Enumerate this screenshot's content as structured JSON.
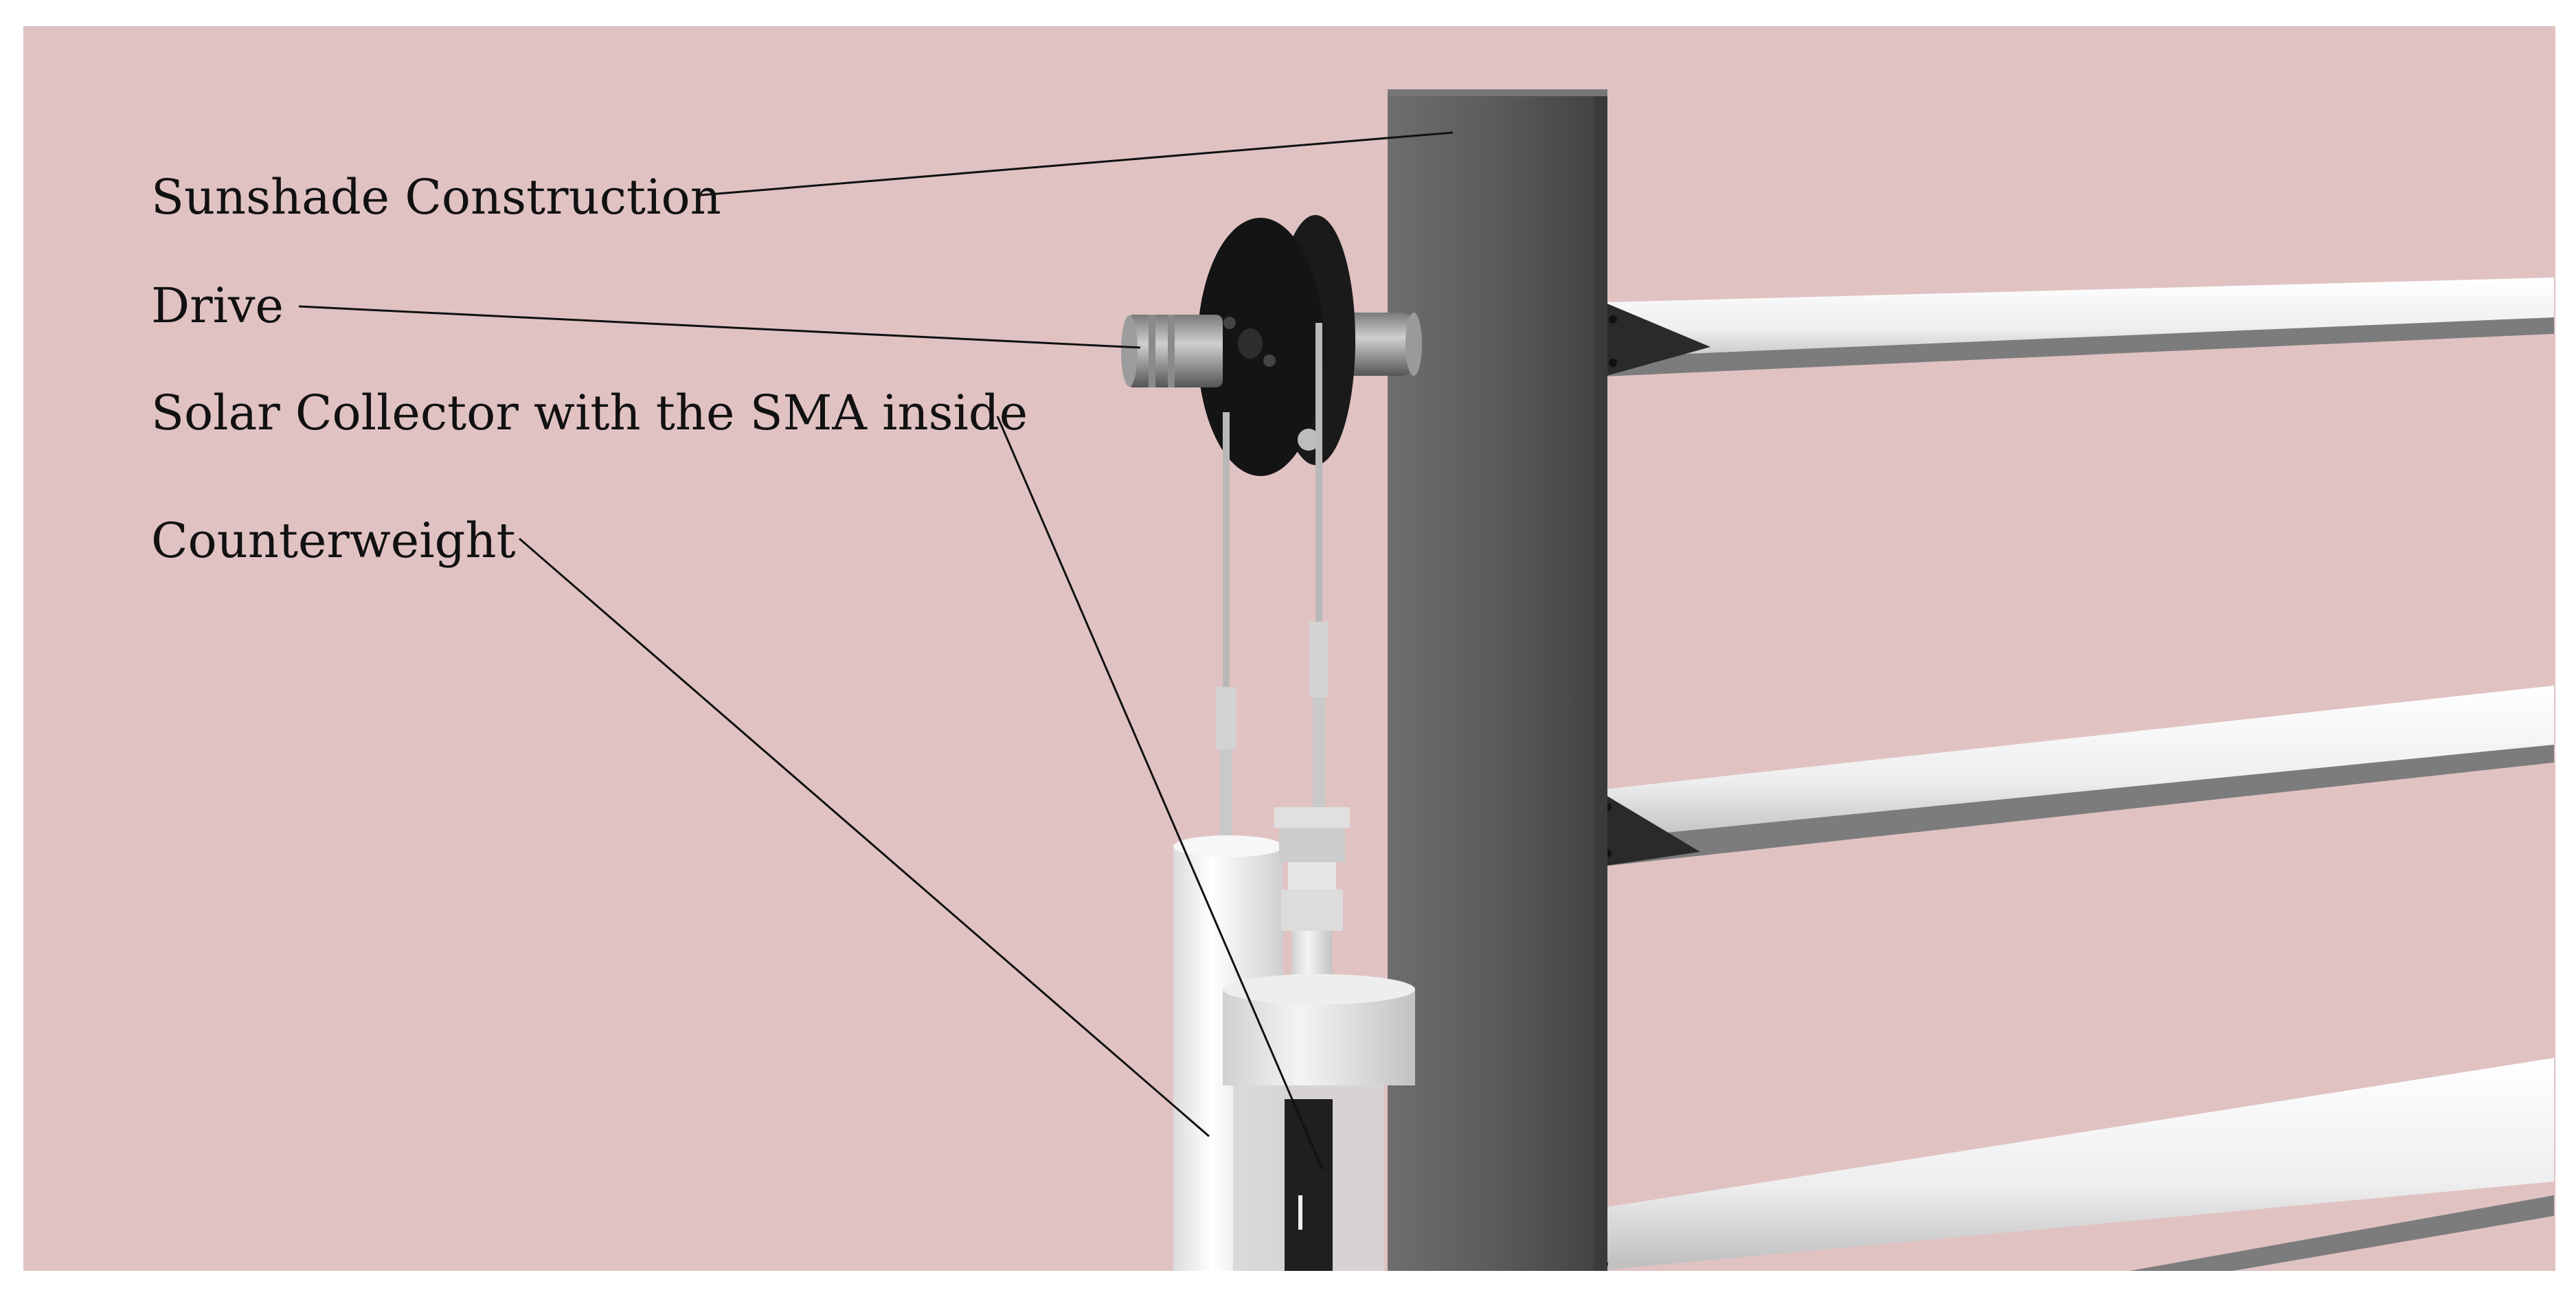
{
  "labels": {
    "sunshade": "Sunshade Construction",
    "drive": "Drive",
    "solar_collector": "Solar Collector with the SMA inside",
    "counterweight": "Counterweight"
  },
  "colors": {
    "background": "#e1c2c3",
    "post": "#5a5a5a",
    "pulley": "#141414",
    "louver": "#f2f2f2",
    "leader_line": "#111111"
  }
}
